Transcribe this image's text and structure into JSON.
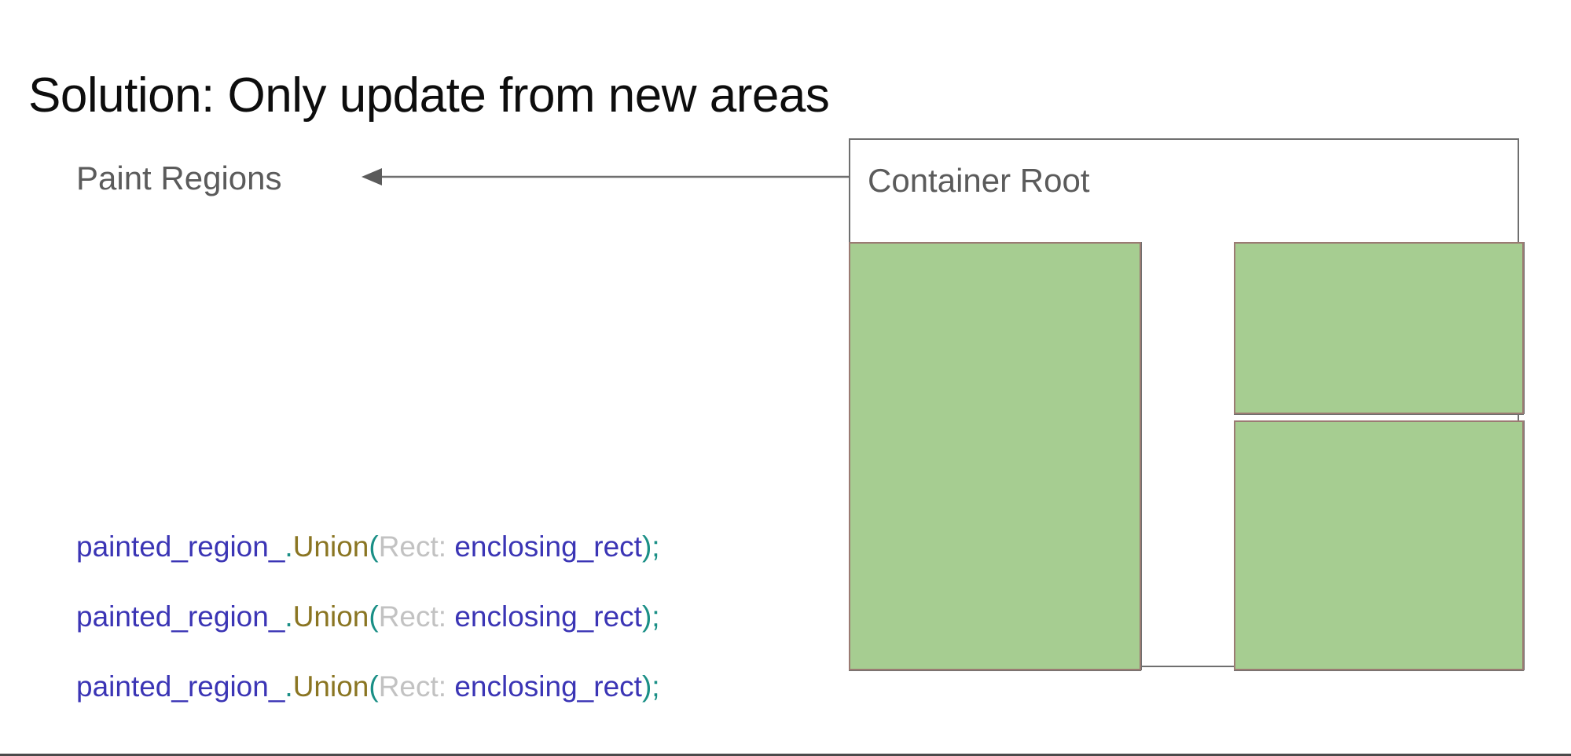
{
  "slide": {
    "title": "Solution: Only update from new areas"
  },
  "diagram": {
    "paint_regions_label": "Paint Regions",
    "container_root_label": "Container Root",
    "arrow_icon": "arrow-left-icon",
    "colors": {
      "paint_fill": "#a6cd91",
      "paint_border": "#9b7b73",
      "container_border": "#6f6f6f",
      "label_text": "#5b5b5b",
      "title_text": "#0d0d0d"
    },
    "paint_rects": [
      {
        "name": "left-region"
      },
      {
        "name": "right-top-region"
      },
      {
        "name": "right-bottom-region"
      }
    ]
  },
  "code": {
    "tokens": {
      "var": "painted_region_",
      "dot": ".",
      "method": "Union",
      "open_paren": "(",
      "param_hint": "Rect:",
      "arg": "enclosing_rect",
      "close_paren": ")",
      "semicolon": ";"
    },
    "colors": {
      "var": "#3b35b5",
      "method": "#8a7522",
      "paren": "#1a8f86",
      "param_hint": "#c2c2c2",
      "arg": "#3b35b5"
    },
    "lines": [
      {
        "id": "line-1"
      },
      {
        "id": "line-2"
      },
      {
        "id": "line-3"
      }
    ]
  }
}
